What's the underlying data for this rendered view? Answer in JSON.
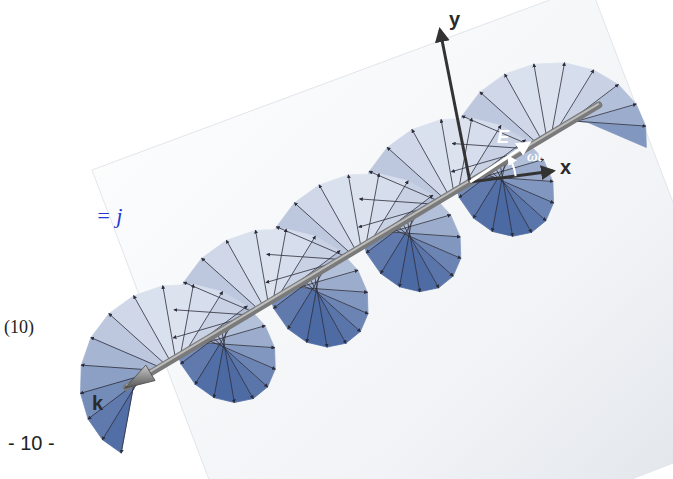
{
  "diagram": {
    "labels": [
      "= j",
      "(10)",
      "- 10 -",
      "y",
      "x",
      "E",
      "ωt",
      "k"
    ]
  }
}
